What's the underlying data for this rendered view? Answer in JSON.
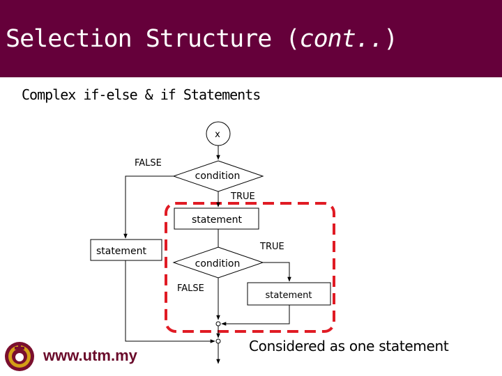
{
  "slide": {
    "title_main": "Selection Structure (",
    "title_italic": "cont..",
    "title_end": ")",
    "subtitle": "Complex if-else & if Statements"
  },
  "flowchart": {
    "start_label": "x",
    "label_false_top": "FALSE",
    "condition_top": "condition",
    "label_true_top": "TRUE",
    "statement_middle": "statement",
    "statement_left": "statement",
    "label_true_inner": "TRUE",
    "condition_inner": "condition",
    "label_false_inner": "FALSE",
    "statement_right": "statement"
  },
  "footer": {
    "url": "www.utm.my",
    "note": "Considered as one statement"
  },
  "colors": {
    "title_bar": "#65003a",
    "highlight_border": "#e01b24",
    "url_text": "#6a0a2a"
  }
}
